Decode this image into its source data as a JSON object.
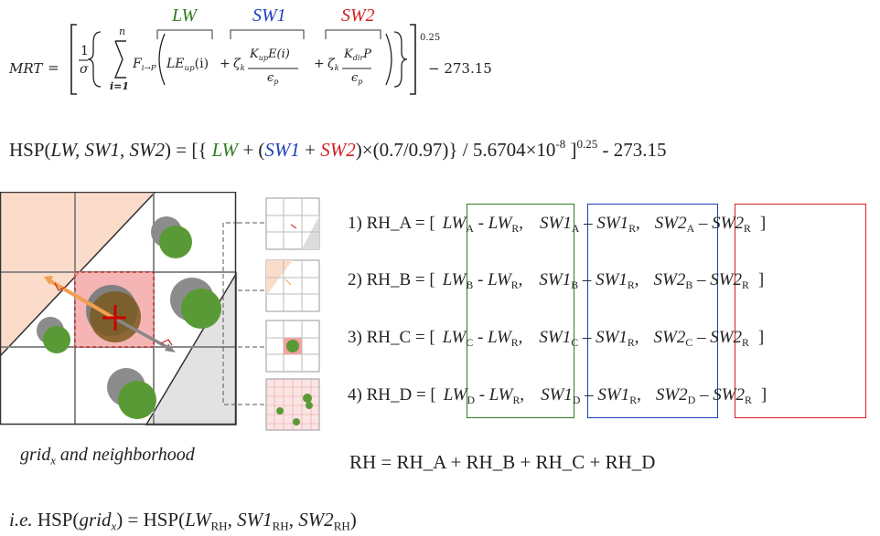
{
  "mrt": {
    "lhs": "MRT",
    "eq": "=",
    "frac_num": "1",
    "frac_den": "σ",
    "sum_top": "n",
    "sum_bottom": "i=1",
    "F": "F",
    "F_sub": "i→P",
    "le_term": "LE",
    "le_sub": "up",
    "le_arg": "(i)",
    "zeta": "ζ",
    "zeta_sub": "k",
    "k_up": "K",
    "k_up_sub": "up",
    "k_up_rest": "E(i)",
    "eps": "ϵ",
    "eps_sub": "p",
    "k_dir": "K",
    "k_dir_sub": "dir",
    "k_dir_rest": "P",
    "plus": "+",
    "exponent": "0.25",
    "tail": "− 273.15",
    "labels": {
      "lw": "LW",
      "sw1": "SW1",
      "sw2": "SW2"
    }
  },
  "hsp": {
    "prefix": "HSP(",
    "args": "LW, SW1, SW2",
    "mid1": ") = [{ ",
    "lw": "LW",
    "mid2": " + (",
    "sw1": "SW1",
    "mid3": " + ",
    "sw2": "SW2",
    "mid4": ")×(0.7/0.97)} / 5.6704×10",
    "exp1": "-8",
    "mid5": " ]",
    "exp2": "0.25",
    "tail": " - 273.15"
  },
  "rh_rows": [
    {
      "num": "1) RH_A = [",
      "sub": "A"
    },
    {
      "num": "2) RH_B = [",
      "sub": "B"
    },
    {
      "num": "3) RH_C = [",
      "sub": "C"
    },
    {
      "num": "4) RH_D = [",
      "sub": "D"
    }
  ],
  "rh_terms": {
    "lw": "LW",
    "sw1": "SW1",
    "sw2": "SW2",
    "ref": "R",
    "minus_lw": " - ",
    "minus_sw": " – ",
    "comma": ",",
    "close": "]"
  },
  "rh_sum": "RH = RH_A + RH_B + RH_C + RH_D",
  "grid_caption": {
    "a": "grid",
    "sub": "x",
    "b": " and neighborhood"
  },
  "ie": {
    "prefix": "i.e.",
    "hsp1": " HSP(",
    "grid": "grid",
    "grid_sub": "x",
    "mid": ") = HSP(",
    "lw": "LW",
    "lw_sub": "RH",
    "sw1": "SW1",
    "sw1_sub": "RH",
    "sw2": "SW2",
    "sw2_sub": "RH",
    "close": ")"
  },
  "colors": {
    "lw": "#2e7d1e",
    "sw1": "#1f3fb4",
    "sw2": "#d42020",
    "tree": "#5a9a36",
    "shadow": "#7f7f7f"
  }
}
